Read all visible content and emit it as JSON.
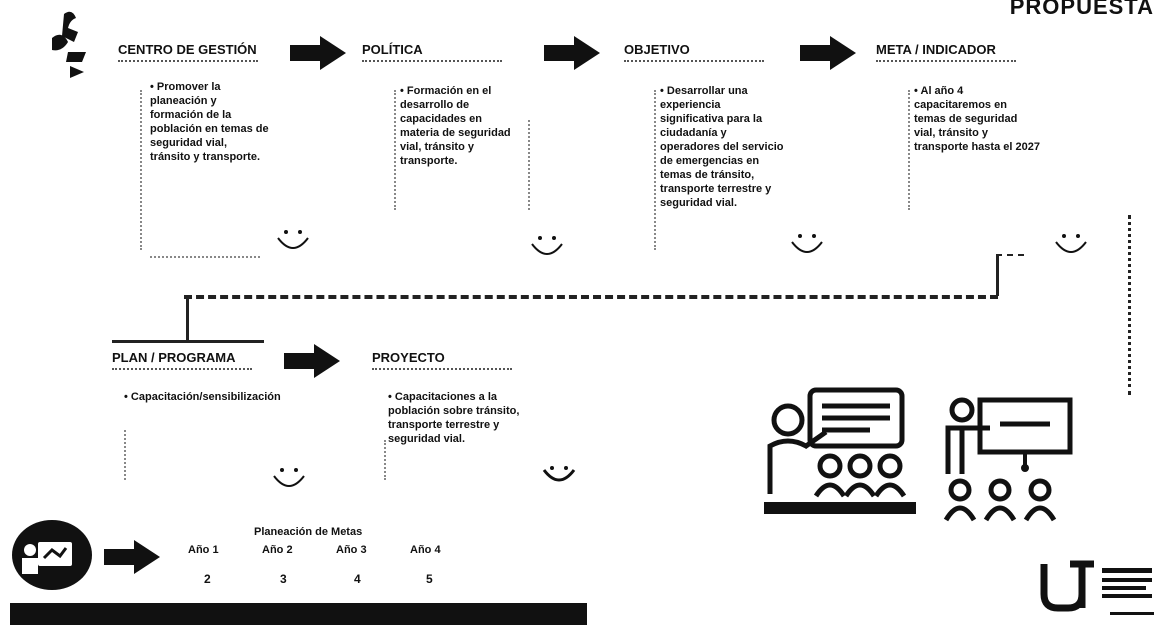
{
  "page_title": "PROPUESTA",
  "stages": [
    {
      "title": "CENTRO DE GESTIÓN",
      "text": "Promover la planeación y formación de la población en temas de seguridad vial, tránsito y transporte."
    },
    {
      "title": "POLÍTICA",
      "text": "Formación en el desarrollo de capacidades en materia de seguridad vial, tránsito y transporte."
    },
    {
      "title": "OBJETIVO",
      "text": "Desarrollar una experiencia significativa para la ciudadanía y operadores del servicio de emergencias en temas de tránsito, transporte terrestre y seguridad vial."
    },
    {
      "title": "META / INDICADOR",
      "text": "Al año 4 capacitaremos en temas de seguridad vial, tránsito y transporte hasta el 2027"
    },
    {
      "title": "PLAN / PROGRAMA",
      "text": "Capacitación/sensibilización"
    },
    {
      "title": "PROYECTO",
      "text": "Capacitaciones a la población sobre tránsito, transporte terrestre y seguridad vial."
    }
  ],
  "metrics": {
    "title": "Planeación de Metas",
    "years": [
      "Año 1",
      "Año 2",
      "Año 3",
      "Año 4"
    ],
    "values": [
      "2",
      "3",
      "4",
      "5"
    ]
  },
  "icons": [
    "traffic-signal-icon",
    "arrow-right-icon",
    "smiley-icon",
    "teacher-presentation-icon",
    "classroom-icon",
    "meeting-circle-icon",
    "logo-ut"
  ],
  "colors": {
    "ink": "#111111",
    "dotted": "#888888",
    "bar": "#111111"
  }
}
